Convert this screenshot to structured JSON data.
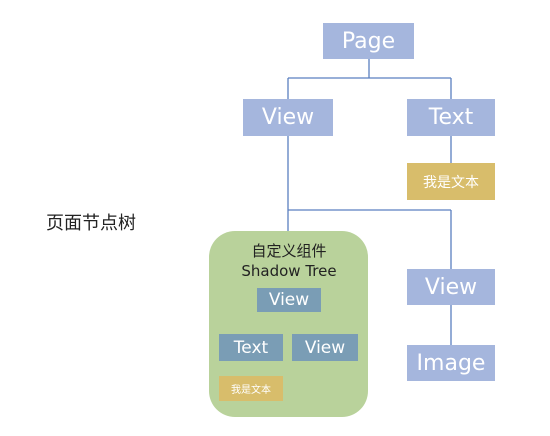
{
  "side_label": "页面节点树",
  "tree": {
    "page": "Page",
    "view_1": "View",
    "text_1": "Text",
    "text_1_child": "我是文本",
    "view_2": "View",
    "image": "Image"
  },
  "component": {
    "title_line1": "自定义组件",
    "title_line2": "Shadow Tree",
    "view_root": "View",
    "text": "Text",
    "view_child": "View",
    "text_child": "我是文本"
  },
  "colors": {
    "node_blue": "#a5b6dd",
    "node_teal": "#7a9db5",
    "node_gold": "#d8bd6b",
    "group_green": "#b9d29b",
    "line_blue": "#5b7fc0"
  }
}
